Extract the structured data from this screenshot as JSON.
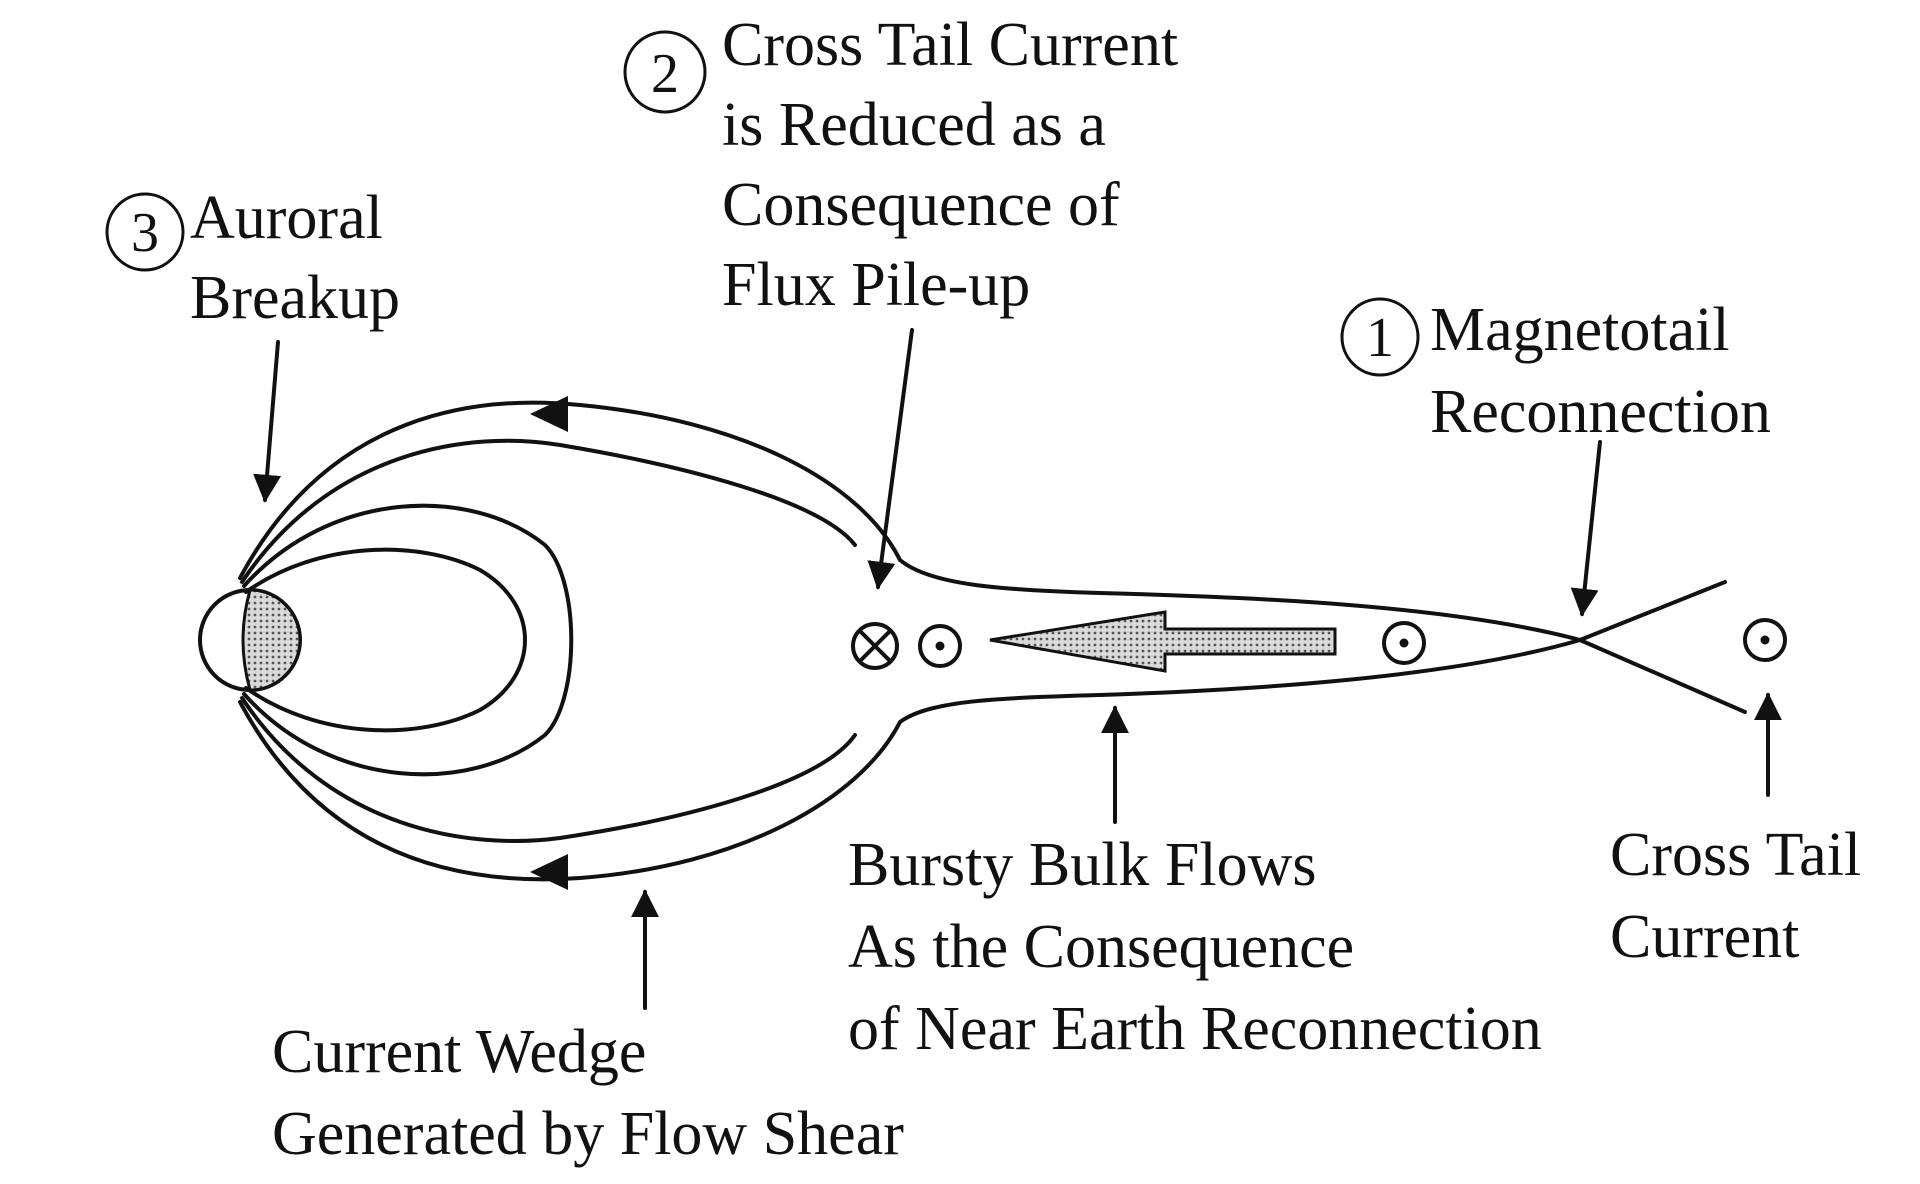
{
  "markers": {
    "one": "1",
    "two": "2",
    "three": "3"
  },
  "labels": {
    "magnetotail_reconnection": [
      "Magnetotail",
      "Reconnection"
    ],
    "cross_tail_current_reduced": [
      "Cross Tail Current",
      "is Reduced as a",
      "Consequence of",
      "Flux Pile-up"
    ],
    "auroral_breakup": [
      "Auroral",
      "Breakup"
    ],
    "bursty_bulk_flows": [
      "Bursty Bulk Flows",
      "As the Consequence",
      "of Near Earth Reconnection"
    ],
    "cross_tail_current": [
      "Cross Tail",
      "Current"
    ],
    "current_wedge": [
      "Current Wedge",
      "Generated by Flow Shear"
    ]
  },
  "colors": {
    "ink": "#111111",
    "shading": "#a8a8a8",
    "background": "#ffffff"
  }
}
